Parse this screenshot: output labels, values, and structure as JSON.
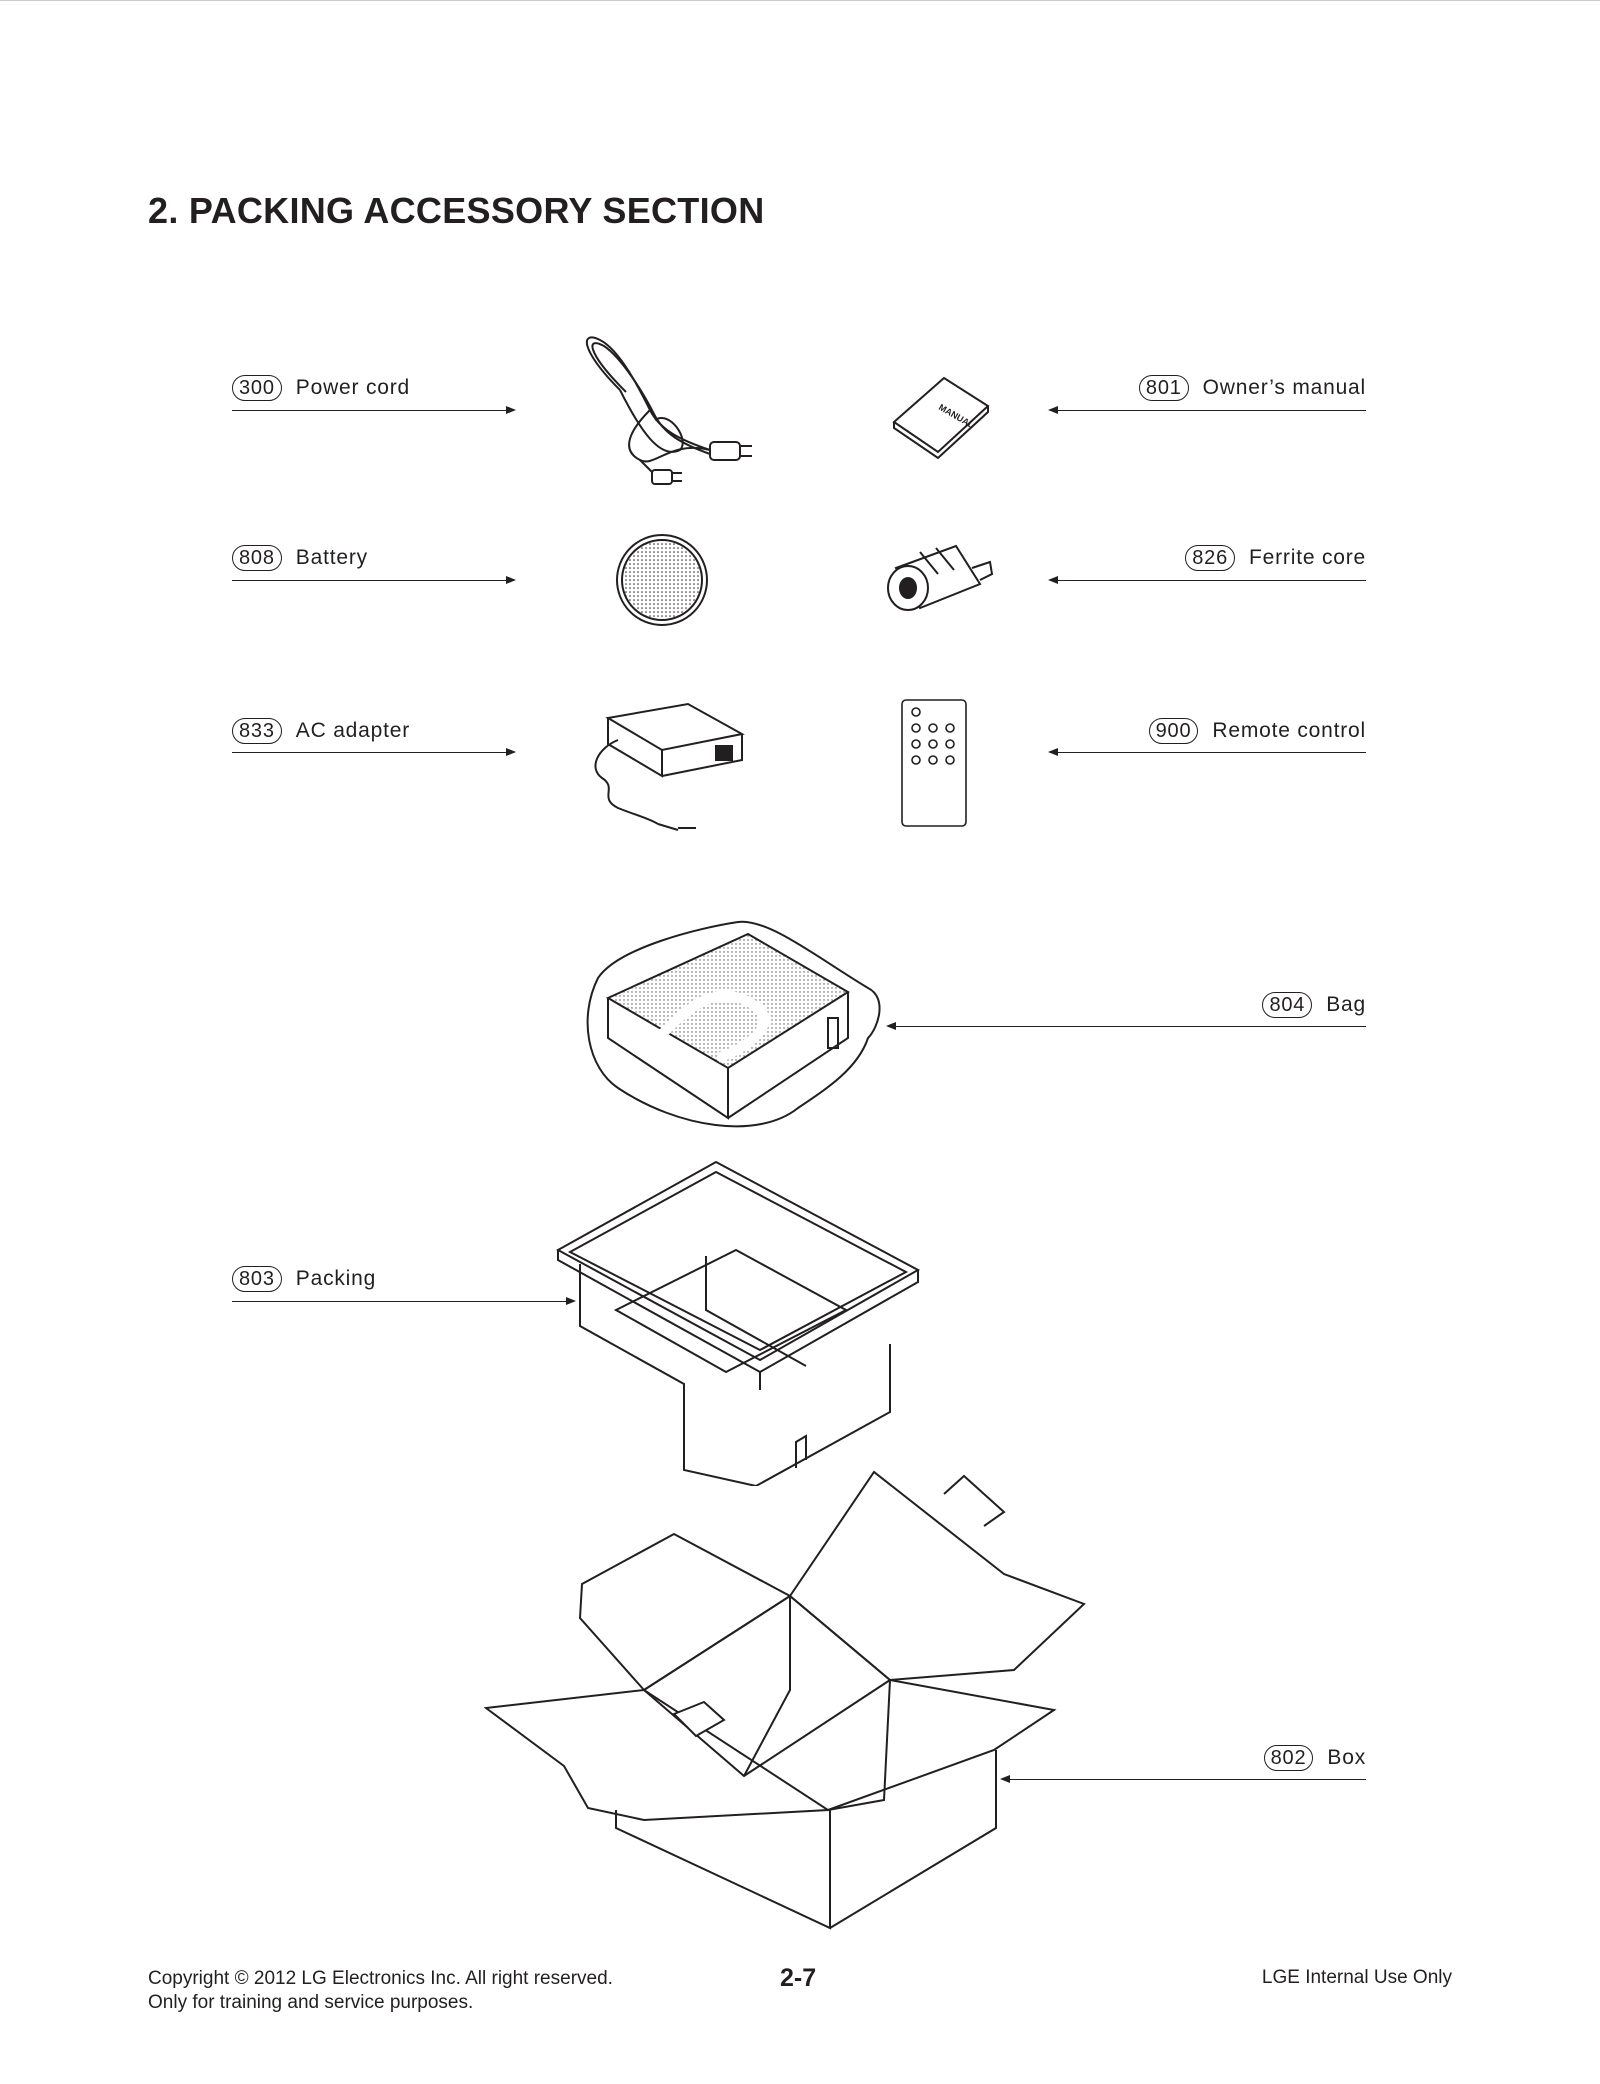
{
  "page": {
    "title": "2. PACKING ACCESSORY SECTION"
  },
  "parts": [
    {
      "code": "300",
      "name": "Power cord",
      "icon": "power-cord-icon"
    },
    {
      "code": "801",
      "name": "Owner’s manual",
      "icon": "manual-icon",
      "icon_text": "MANUAL"
    },
    {
      "code": "808",
      "name": "Battery",
      "icon": "battery-icon"
    },
    {
      "code": "826",
      "name": "Ferrite core",
      "icon": "ferrite-core-icon"
    },
    {
      "code": "833",
      "name": "AC adapter",
      "icon": "ac-adapter-icon"
    },
    {
      "code": "900",
      "name": "Remote control",
      "icon": "remote-control-icon"
    },
    {
      "code": "804",
      "name": "Bag",
      "icon": "bag-icon"
    },
    {
      "code": "803",
      "name": "Packing",
      "icon": "packing-icon"
    },
    {
      "code": "802",
      "name": "Box",
      "icon": "box-icon"
    }
  ],
  "footer": {
    "copyright": "Copyright © 2012 LG Electronics Inc. All right reserved.",
    "purpose": "Only for training and service purposes.",
    "page_number": "2-7",
    "internal": "LGE Internal Use Only"
  }
}
